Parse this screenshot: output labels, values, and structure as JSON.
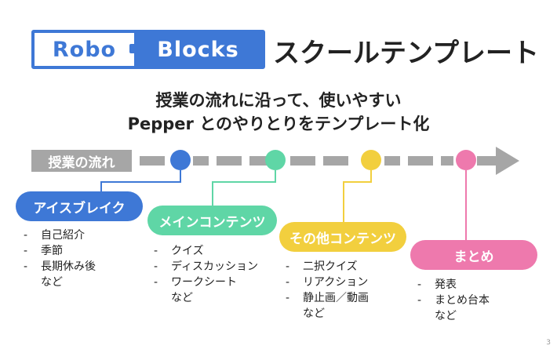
{
  "logo": {
    "left": "Robo",
    "right": "Blocks"
  },
  "title": "スクールテンプレート",
  "subtitle": {
    "line1": "授業の流れに沿って、使いやすい",
    "line2": "Pepper とのやりとりをテンプレート化"
  },
  "flow_label": "授業の流れ",
  "colors": {
    "brand": "#3e78d6",
    "gray": "#a6a6a6",
    "blue": "#3e78d6",
    "green": "#5fd6a6",
    "yellow": "#f2cf3e",
    "pink": "#ee79ad"
  },
  "stages": [
    {
      "label": "アイスブレイク",
      "dash": "-",
      "items": [
        "自己紹介",
        "季節",
        "長期休み後"
      ],
      "more": "など"
    },
    {
      "label": "メインコンテンツ",
      "dash": "-",
      "items": [
        "クイズ",
        "ディスカッション",
        "ワークシート"
      ],
      "more": "など"
    },
    {
      "label": "その他コンテンツ",
      "dash": "-",
      "items": [
        "二択クイズ",
        "リアクション",
        "静止画／動画"
      ],
      "more": "など"
    },
    {
      "label": "まとめ",
      "dash": "-",
      "items": [
        "発表",
        "まとめ台本"
      ],
      "more": "など"
    }
  ],
  "page_number": "3"
}
